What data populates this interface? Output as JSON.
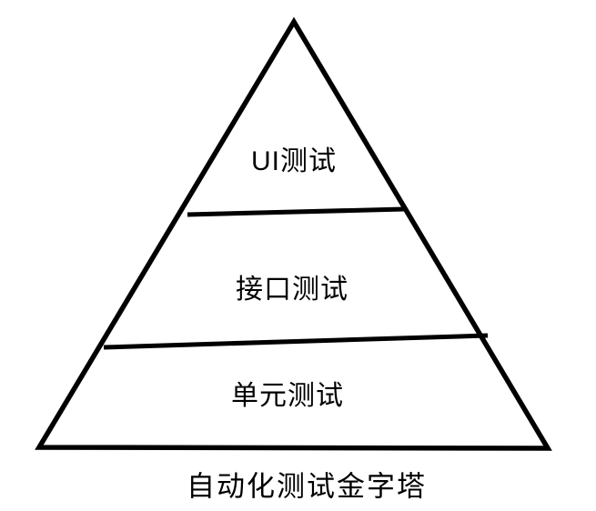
{
  "diagram": {
    "title": "自动化测试金字塔",
    "levels": [
      {
        "label": "UI测试"
      },
      {
        "label": "接口测试"
      },
      {
        "label": "单元测试"
      }
    ],
    "stroke_color": "#000000",
    "background_color": "#ffffff"
  }
}
